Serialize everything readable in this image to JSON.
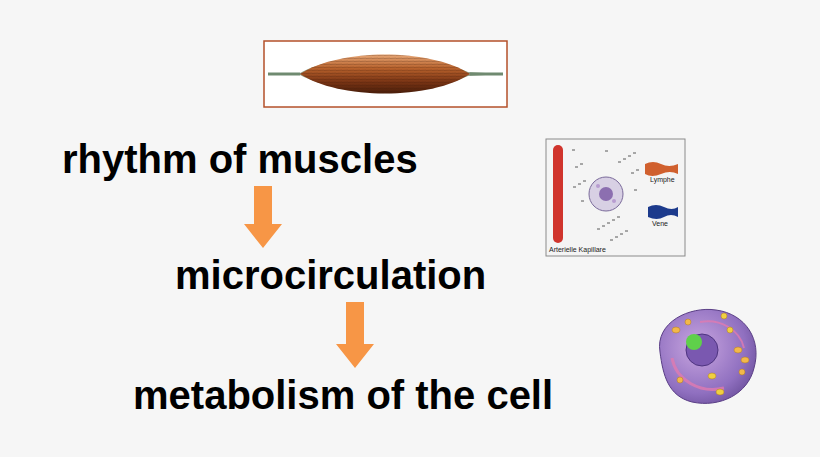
{
  "diagram": {
    "nodes": [
      {
        "text": [
          "rhythm of muscles"
        ]
      },
      {
        "text": [
          "microcirculation"
        ]
      },
      {
        "text": [
          "metabolism of the cell"
        ]
      }
    ],
    "edges": [
      {
        "from": 0,
        "to": 1,
        "arrow": "to"
      },
      {
        "from": 1,
        "to": 2,
        "arrow": "to"
      }
    ],
    "labels": [
      "Lymphe",
      "Vene",
      "Arterielle Kapillare"
    ]
  }
}
